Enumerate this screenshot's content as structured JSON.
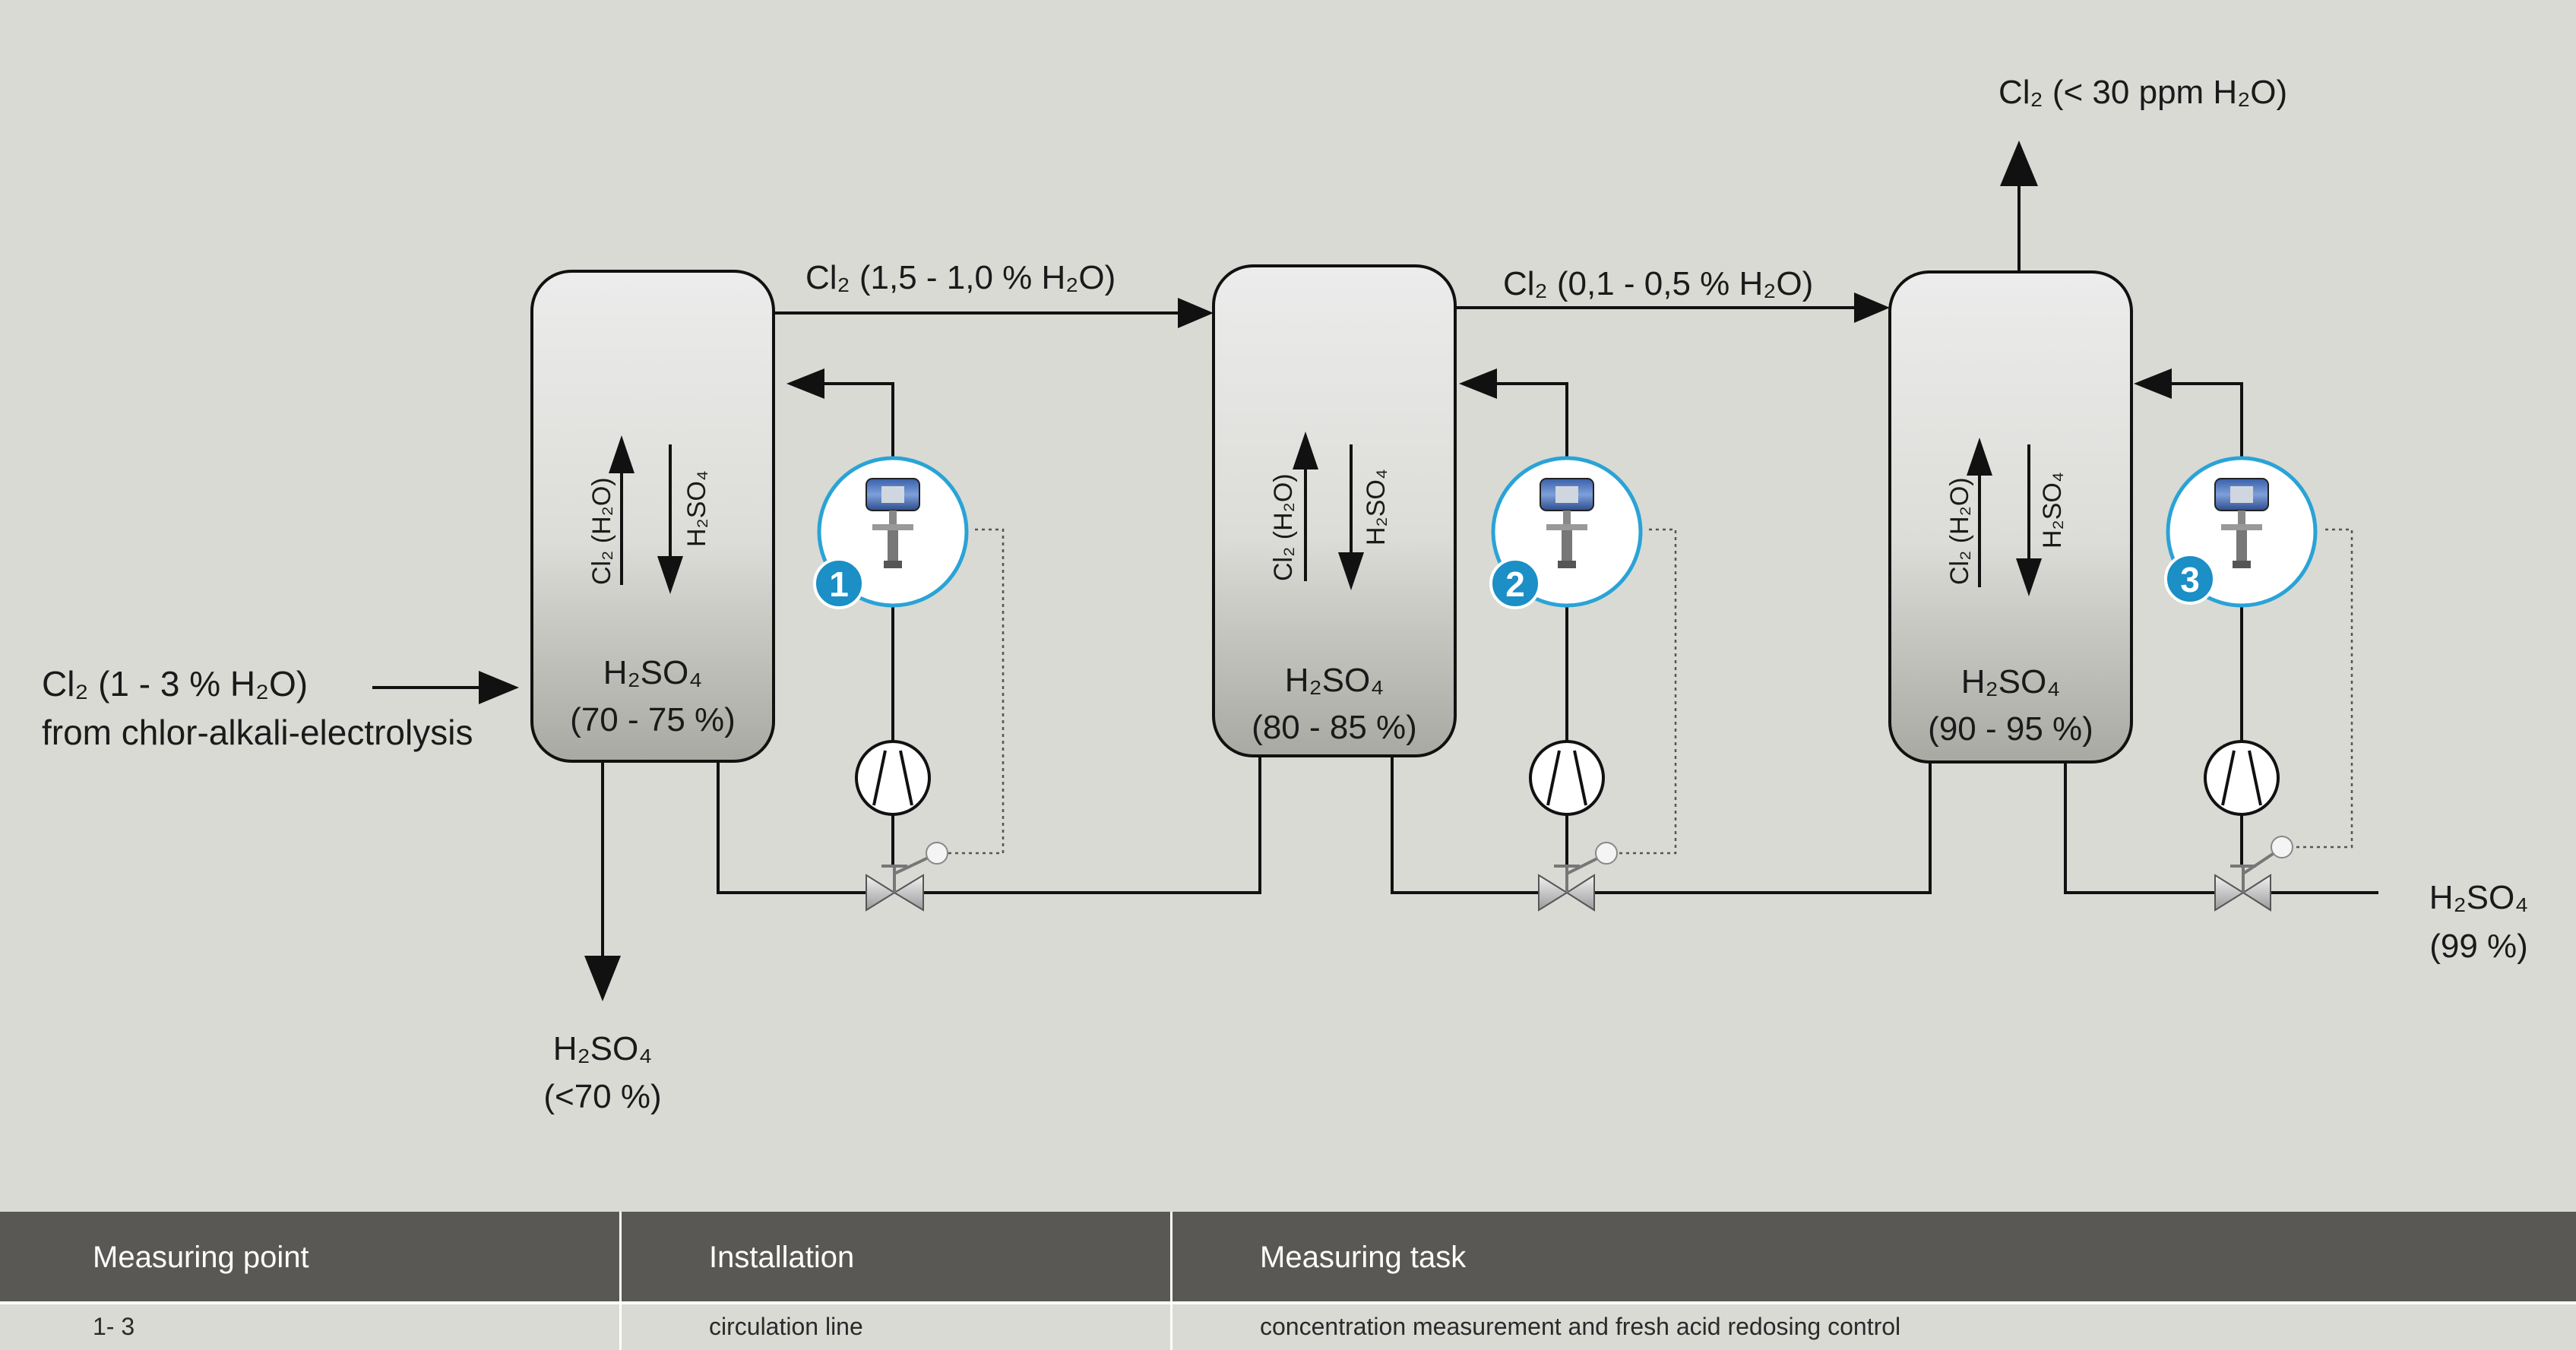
{
  "labels": {
    "top_output": "Cl₂ (< 30 ppm H₂O)",
    "flow_1_2": "Cl₂ (1,5 - 1,0 % H₂O)",
    "flow_2_3": "Cl₂ (0,1 - 0,5 % H₂O)",
    "feed_line1": "Cl₂ (1 - 3 % H₂O)",
    "feed_line2": "from chlor-alkali-electrolysis",
    "bottom_output_name": "H₂SO₄",
    "bottom_output_conc": "(<70 %)",
    "fresh_acid_name": "H₂SO₄",
    "fresh_acid_conc": "(99 %)"
  },
  "towers": [
    {
      "acid_name": "H₂SO₄",
      "acid_conc": "(70 - 75 %)",
      "gas_label": "Cl₂ (H₂O)",
      "down_label": "H₂SO₄",
      "measuring_point": "1"
    },
    {
      "acid_name": "H₂SO₄",
      "acid_conc": "(80 - 85 %)",
      "gas_label": "Cl₂ (H₂O)",
      "down_label": "H₂SO₄",
      "measuring_point": "2"
    },
    {
      "acid_name": "H₂SO₄",
      "acid_conc": "(90 - 95 %)",
      "gas_label": "Cl₂ (H₂O)",
      "down_label": "H₂SO₄",
      "measuring_point": "3"
    }
  ],
  "table": {
    "headers": [
      "Measuring point",
      "Installation",
      "Measuring task"
    ],
    "rows": [
      [
        "1- 3",
        "circulation line",
        "concentration measurement and fresh acid redosing control"
      ]
    ]
  },
  "colors": {
    "background": "#d9dad4",
    "line": "#111111",
    "sensor_ring": "#2aa3d6",
    "badge": "#1b8fc6",
    "table_header": "#595854"
  }
}
